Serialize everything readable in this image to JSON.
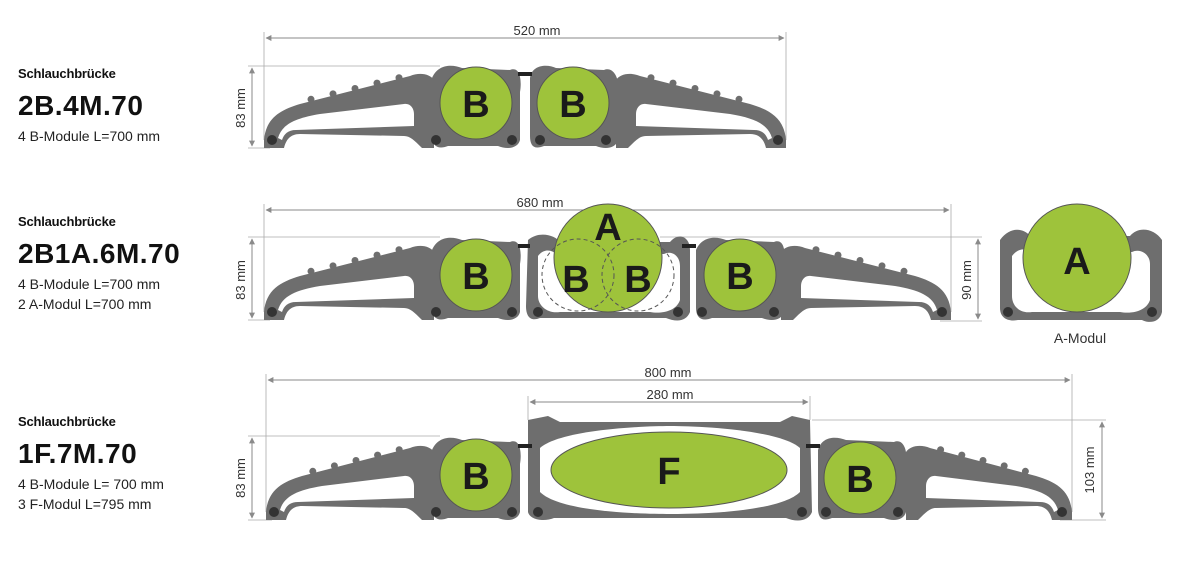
{
  "colors": {
    "profile": "#6e6e6e",
    "module": "#9ec33b",
    "dim_line": "#8a8a8a",
    "text": "#111111"
  },
  "blocks": [
    {
      "kind": "Schlauchbrücke",
      "code": "2B.4M.70",
      "spec1": "4 B-Module  L=700 mm",
      "spec2": "",
      "width_label": "520 mm",
      "height_label": "83 mm"
    },
    {
      "kind": "Schlauchbrücke",
      "code": "2B1A.6M.70",
      "spec1": "4 B-Module  L=700 mm",
      "spec2": "2 A-Modul  L=700 mm",
      "width_label": "680 mm",
      "height_label": "83 mm",
      "right_height_label": "90 mm"
    },
    {
      "kind": "Schlauchbrücke",
      "code": "1F.7M.70",
      "spec1": "4 B-Module  L= 700 mm",
      "spec2": "3 F-Modul  L=795 mm",
      "width_label": "800 mm",
      "inner_width_label": "280 mm",
      "height_label": "83 mm",
      "right_height_label": "103 mm"
    }
  ],
  "module_letters": {
    "b": "B",
    "a": "A",
    "f": "F"
  },
  "a_module": {
    "caption": "A-Modul",
    "height_label": "90 mm"
  }
}
